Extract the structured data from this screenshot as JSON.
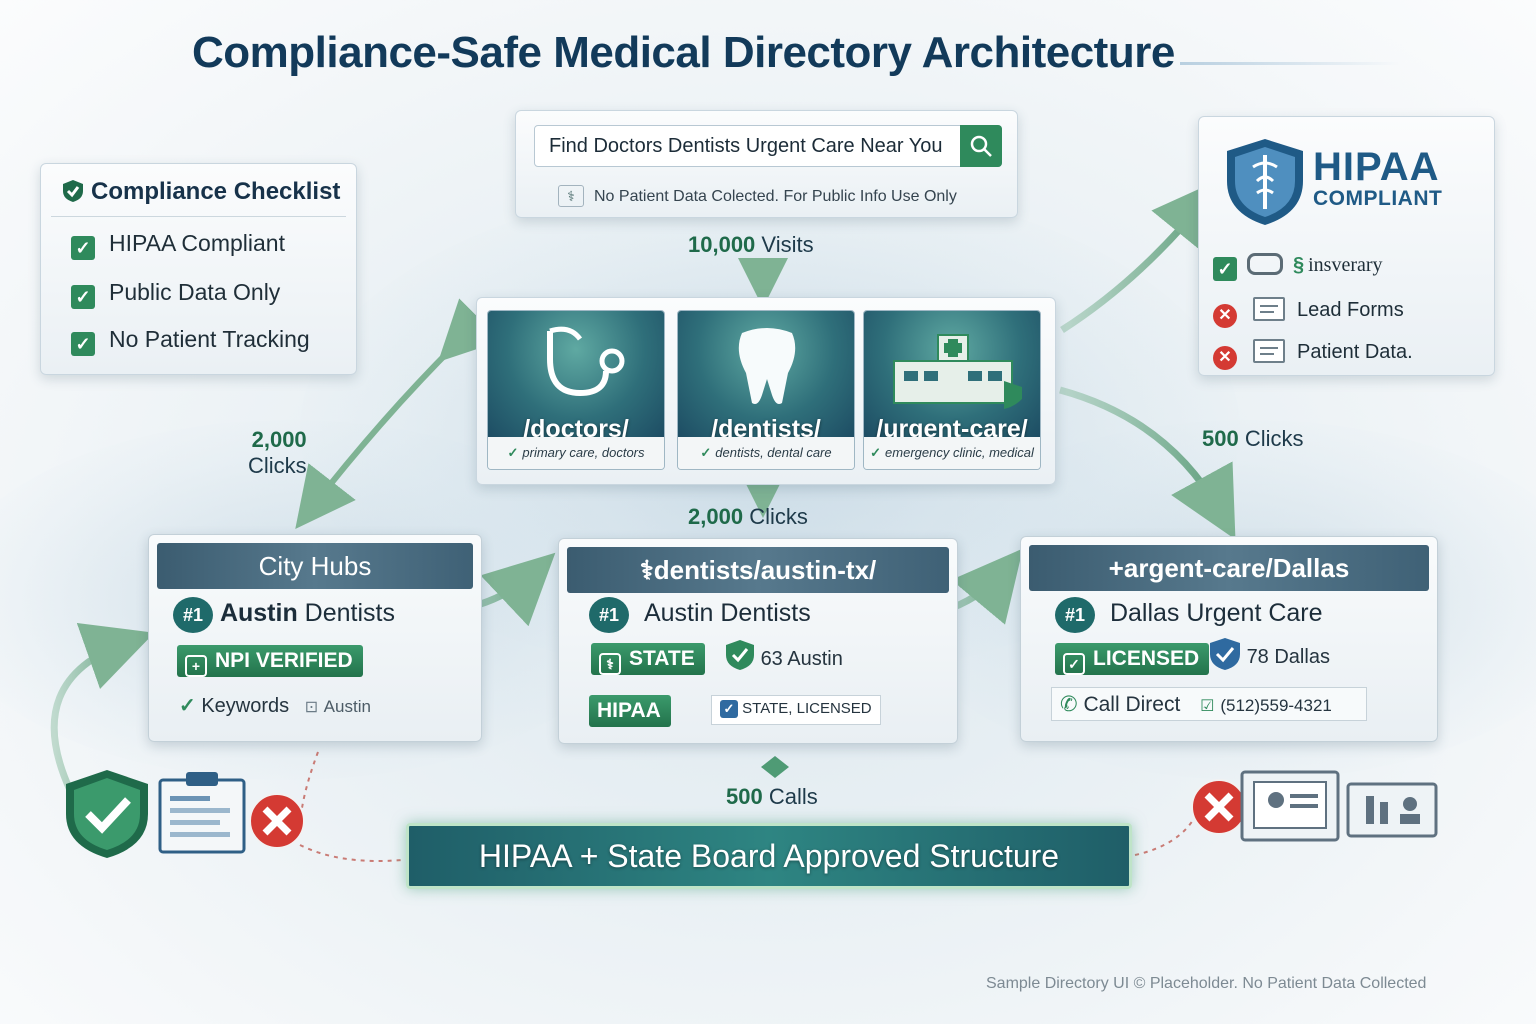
{
  "title": "Compliance-Safe Medical Directory Architecture",
  "checklist": {
    "heading": "Compliance Checklist",
    "items": [
      "HIPAA Compliant",
      "Public Data Only",
      "No Patient Tracking"
    ]
  },
  "search": {
    "query": "Find Doctors Dentists Urgent Care Near You",
    "note": "No Patient Data Colected. For Public Info Use Only"
  },
  "flows": {
    "visits_value": "10,000",
    "visits_unit": "Visits",
    "left_value": "2,000",
    "left_unit": "Clicks",
    "center_value": "2,000",
    "center_unit": "Clicks",
    "right_value": "500",
    "right_unit": "Clicks",
    "calls_value": "500",
    "calls_unit": "Calls"
  },
  "categories": [
    {
      "path": "/doctors/",
      "desc": "primary care, doctors"
    },
    {
      "path": "/dentists/",
      "desc": "dentists, dental care"
    },
    {
      "path": "/urgent-care/",
      "desc": "emergency clinic, medical"
    }
  ],
  "hipaa_badge": {
    "title": "HIPAA",
    "subtitle": "COMPLIANT",
    "rows": [
      {
        "status": "ok",
        "label": "insverary"
      },
      {
        "status": "blocked",
        "label": "Lead Forms"
      },
      {
        "status": "blocked",
        "label": "Patient Data."
      }
    ]
  },
  "city_hub": {
    "header": "City Hubs",
    "rank": "#1",
    "title_bold": "Austin",
    "title_rest": " Dentists",
    "badge": "NPI VERIFIED",
    "keywords_label": "Keywords",
    "keywords_value": "Austin"
  },
  "austin_page": {
    "header": "dentists/austin-tx/",
    "rank": "#1",
    "title": "Austin Dentists",
    "badge": "STATE",
    "count": "63 Austin",
    "badge2": "HIPAA",
    "tag": "STATE, LICENSED"
  },
  "dallas_page": {
    "header": "argent-care/Dallas",
    "rank": "#1",
    "title": "Dallas Urgent Care",
    "badge": "LICENSED",
    "count": "78 Dallas",
    "cta": "Call Direct",
    "phone": "(512)559-4321"
  },
  "banner": "HIPAA + State Board Approved Structure",
  "footer": "Sample Directory UI © Placeholder. No Patient Data Collected",
  "colors": {
    "accent": "#2f8a5c",
    "title": "#123a5a",
    "badge_blue": "#1f5a86",
    "error": "#d43a33"
  }
}
